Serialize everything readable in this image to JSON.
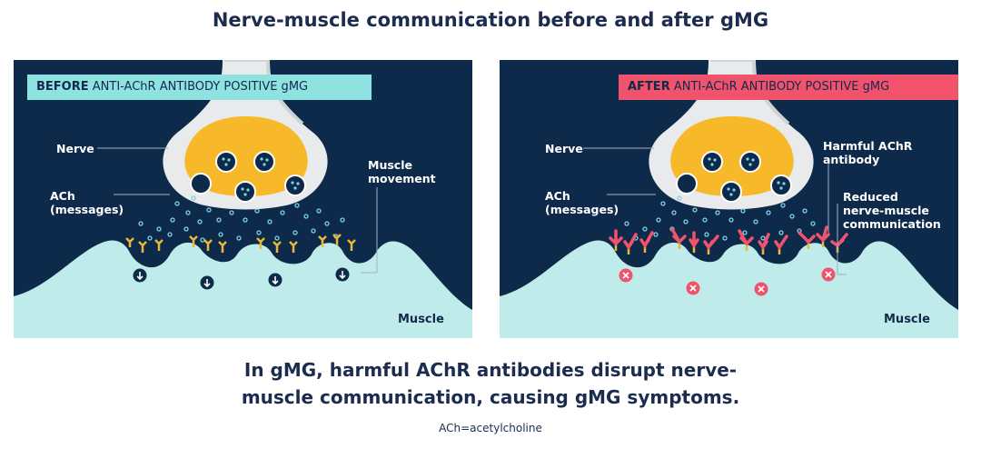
{
  "title": "Nerve-muscle communication before and after gMG",
  "before": {
    "tag_bold": "BEFORE",
    "tag_rest": " ANTI-AChR ANTIBODY POSITIVE gMG",
    "tag_color": "#8ee3e0",
    "labels": {
      "nerve": "Nerve",
      "ach": "ACh\n(messages)",
      "muscle_movement": "Muscle\nmovement",
      "muscle": "Muscle"
    }
  },
  "after": {
    "tag_bold": "AFTER",
    "tag_rest": " ANTI-AChR ANTIBODY POSITIVE gMG",
    "tag_color": "#f0536b",
    "labels": {
      "nerve": "Nerve",
      "ach": "ACh\n(messages)",
      "antibody": "Harmful AChR\nantibody",
      "reduced": "Reduced\nnerve-muscle\ncommunication",
      "muscle": "Muscle"
    }
  },
  "colors": {
    "navy": "#0e2a4b",
    "muscle": "#bfecea",
    "nerve_yellow": "#f7b82a",
    "receptor": "#e9b73a",
    "antibody": "#f0536b"
  },
  "icons": {
    "before_marker": "down-arrow-icon",
    "after_marker": "x-icon"
  },
  "summary": "In gMG, harmful AChR antibodies disrupt nerve-\nmuscle communication, causing gMG symptoms.",
  "footnote": "ACh=acetylcholine"
}
